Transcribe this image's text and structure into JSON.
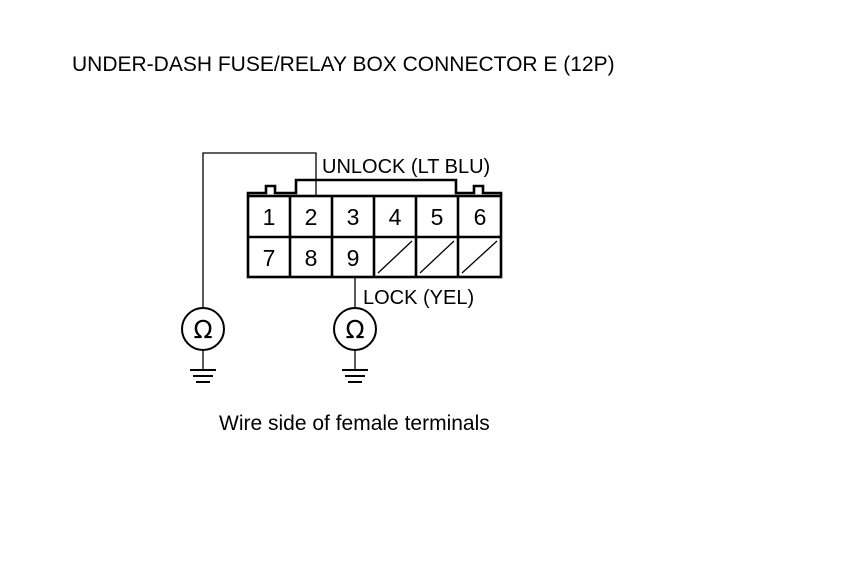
{
  "title": "UNDER-DASH FUSE/RELAY BOX CONNECTOR E (12P)",
  "connector": {
    "row1_pins": [
      "1",
      "2",
      "3",
      "4",
      "5",
      "6"
    ],
    "row2_pins": [
      "7",
      "8",
      "9"
    ]
  },
  "labels": {
    "unlock": "UNLOCK (LT BLU)",
    "lock": "LOCK (YEL)",
    "caption": "Wire side of female terminals"
  },
  "meters": {
    "symbol": "Ω"
  }
}
